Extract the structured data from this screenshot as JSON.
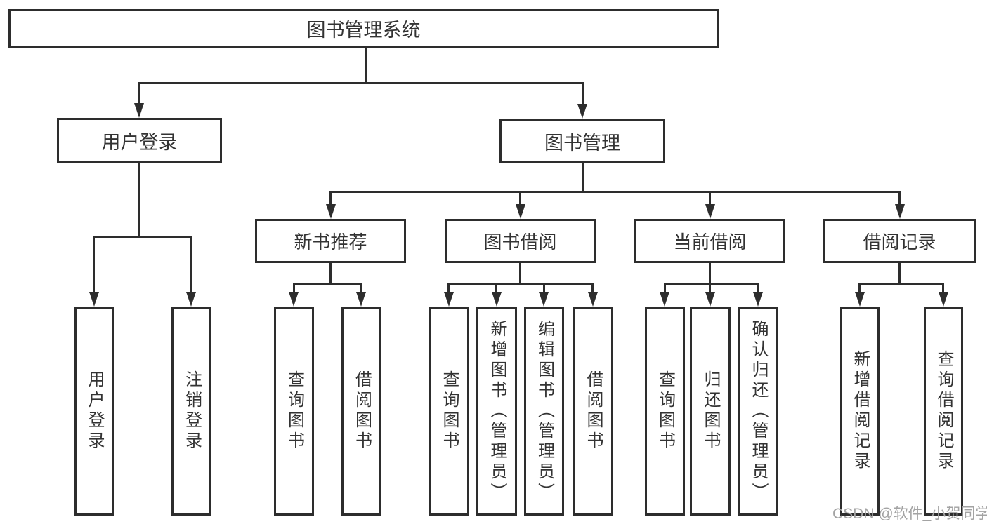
{
  "diagram_title": "图书管理系统",
  "colors": {
    "line": "#2d2d2d",
    "text": "#333333",
    "watermark_text": "#a3a3a3",
    "background": "#ffffff"
  },
  "nodes": {
    "root": "图书管理系统",
    "user_login": "用户登录",
    "book_mgmt": "图书管理",
    "new_rec": "新书推荐",
    "book_borrow": "图书借阅",
    "cur_borrow": "当前借阅",
    "borrow_rec": "借阅记录",
    "ul_login": "用户登录",
    "ul_logout": "注销登录",
    "nr_query": "查询图书",
    "nr_borrow": "借阅图书",
    "bb_query": "查询图书",
    "bb_add": "新增图书（管理员）",
    "bb_edit": "编辑图书（管理员）",
    "bb_borrow": "借阅图书",
    "cb_query": "查询图书",
    "cb_return": "归还图书",
    "cb_confirm": "确认归还（管理员）",
    "br_add": "新增借阅记录",
    "br_query": "查询借阅记录"
  },
  "watermark": "CSDN @软件_小贺同学"
}
